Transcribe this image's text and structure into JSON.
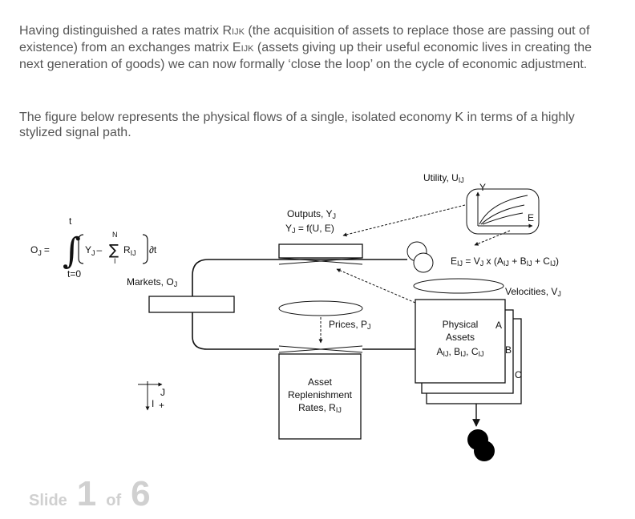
{
  "intro": {
    "p1_part1": "Having distinguished a rates matrix R",
    "p1_sub1": "IJK",
    "p1_part2": " (the acquisition of assets to replace those are passing out of existence) from an exchanges matrix E",
    "p1_sub2": "IJK",
    "p1_part3": " (assets giving up their useful economic lives in creating the next generation of goods) we can now formally ‘close the loop’ on the cycle of economic adjustment.",
    "p2": "The figure below represents the physical flows of a single, isolated economy K in terms of a highly stylized signal path."
  },
  "diagram": {
    "equation": {
      "lhs": "O",
      "lhs_sub": "J",
      "eq": "=",
      "upper": "t",
      "lower": "t=0",
      "y": "Y",
      "y_sub": "J",
      "minus": "–",
      "sum_upper": "N",
      "sum_lower": "I",
      "r": "R",
      "r_sub": "IJ",
      "dt": "∂t"
    },
    "utility": {
      "label": "Utility, U",
      "sub": "IJ",
      "y_axis": "Y",
      "e_label": "E"
    },
    "outputs": {
      "label": "Outputs, Y",
      "label_sub": "J",
      "formula_y": "Y",
      "formula_sub": "J",
      "formula_rest": " = f(U, E)"
    },
    "exchange": {
      "lhs": "E",
      "lhs_sub": "IJ",
      "mid": " = V",
      "mid_sub": "J",
      "rest": " x (A",
      "a_sub": "IJ",
      "plus1": " + B",
      "b_sub": "IJ",
      "plus2": " + C",
      "c_sub": "IJ",
      "close": ")"
    },
    "markets": {
      "label": "Markets, O",
      "sub": "J"
    },
    "prices": {
      "label": "Prices, P",
      "sub": "J"
    },
    "velocities": {
      "label": "Velocities, V",
      "sub": "J"
    },
    "assets": {
      "line1": "Physical",
      "line2": "Assets",
      "line3_a": "A",
      "a_sub": "IJ",
      "line3_b": ", B",
      "b_sub": "IJ",
      "line3_c": ", C",
      "c_sub": "IJ",
      "tab_a": "A",
      "tab_b": "B",
      "tab_c": "C"
    },
    "replenishment": {
      "line1": "Asset",
      "line2": "Replenishment",
      "line3": "Rates, R",
      "line3_sub": "IJ"
    },
    "axes": {
      "j": "J",
      "i": "I",
      "plus": "+"
    }
  },
  "footer": {
    "slide_word": "Slide",
    "current": "1",
    "of_word": "of",
    "total": "6"
  }
}
